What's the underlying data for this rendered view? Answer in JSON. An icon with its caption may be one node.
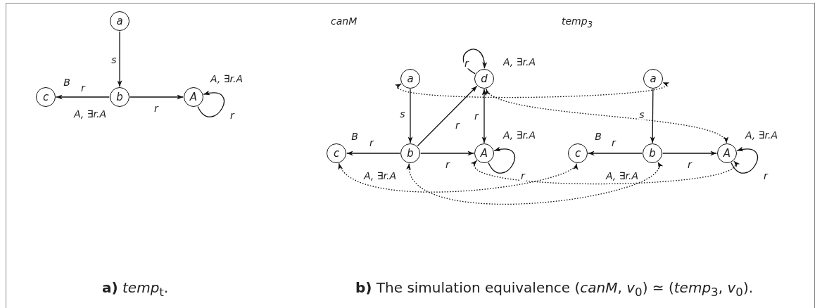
{
  "diagram": {
    "nodes": [
      {
        "text": [
          "a"
        ]
      },
      {
        "text": [
          "c"
        ],
        "beside": [
          "B"
        ]
      },
      {
        "text": [
          "b"
        ],
        "beside": [
          "A, ∃r.A"
        ]
      },
      {
        "text": [
          "A"
        ],
        "beside": [
          "A, ∃r.A"
        ]
      },
      {
        "text": [
          "a"
        ]
      },
      {
        "text": [
          "d"
        ],
        "beside": [
          "A, ∃r.A"
        ]
      },
      {
        "text": [
          "c"
        ],
        "beside": [
          "B"
        ]
      },
      {
        "text": [
          "b"
        ],
        "beside": [
          "A, ∃r.A"
        ]
      },
      {
        "text": [
          "A"
        ],
        "beside": [
          "A, ∃r.A"
        ]
      },
      {
        "text": [
          "a"
        ]
      },
      {
        "text": [
          "c"
        ],
        "beside": [
          "B"
        ]
      },
      {
        "text": [
          "b"
        ],
        "beside": [
          "A, ∃r.A"
        ]
      },
      {
        "text": [
          "A"
        ],
        "beside": [
          "A, ∃r.A"
        ]
      }
    ],
    "edges": [
      {
        "from": 0,
        "to": 2,
        "arrow": "to",
        "label": "s"
      },
      {
        "from": 2,
        "to": 1,
        "arrow": "to",
        "label": "r"
      },
      {
        "from": 2,
        "to": 3,
        "arrow": "to",
        "label": "r"
      },
      {
        "from": 3,
        "to": 3,
        "arrow": "to",
        "label": "r"
      },
      {
        "from": 4,
        "to": 7,
        "arrow": "to",
        "label": "s"
      },
      {
        "from": 7,
        "to": 6,
        "arrow": "to",
        "label": "r"
      },
      {
        "from": 7,
        "to": 8,
        "arrow": "to",
        "label": "r"
      },
      {
        "from": 7,
        "to": 5,
        "arrow": "to",
        "label": "r"
      },
      {
        "from": 5,
        "to": 5,
        "arrow": "to",
        "label": "r"
      },
      {
        "from": 5,
        "to": 8,
        "arrow": "both",
        "label": "r"
      },
      {
        "from": 8,
        "to": 8,
        "arrow": "to",
        "label": "r"
      },
      {
        "from": 9,
        "to": 11,
        "arrow": "to",
        "label": "s"
      },
      {
        "from": 11,
        "to": 10,
        "arrow": "to",
        "label": "r"
      },
      {
        "from": 11,
        "to": 12,
        "arrow": "to",
        "label": "r"
      },
      {
        "from": 12,
        "to": 12,
        "arrow": "to",
        "label": "r"
      },
      {
        "from": 4,
        "to": 9,
        "arrow": "both",
        "style": "dashed"
      },
      {
        "from": 5,
        "to": 12,
        "arrow": "both",
        "style": "dashed"
      },
      {
        "from": 6,
        "to": 10,
        "arrow": "both",
        "style": "dashed"
      },
      {
        "from": 7,
        "to": 11,
        "arrow": "both",
        "style": "dashed"
      },
      {
        "from": 8,
        "to": 12,
        "arrow": "both",
        "style": "dashed"
      }
    ],
    "labels": [
      "canM",
      "temp$_{3}$",
      "**a)** *temp*$_{t}$.",
      "**b)** The simulation equivalence (*canM*, *v*$_{0}$) ≃ (*temp*$_{3}$, *v*$_{0}$)."
    ]
  }
}
